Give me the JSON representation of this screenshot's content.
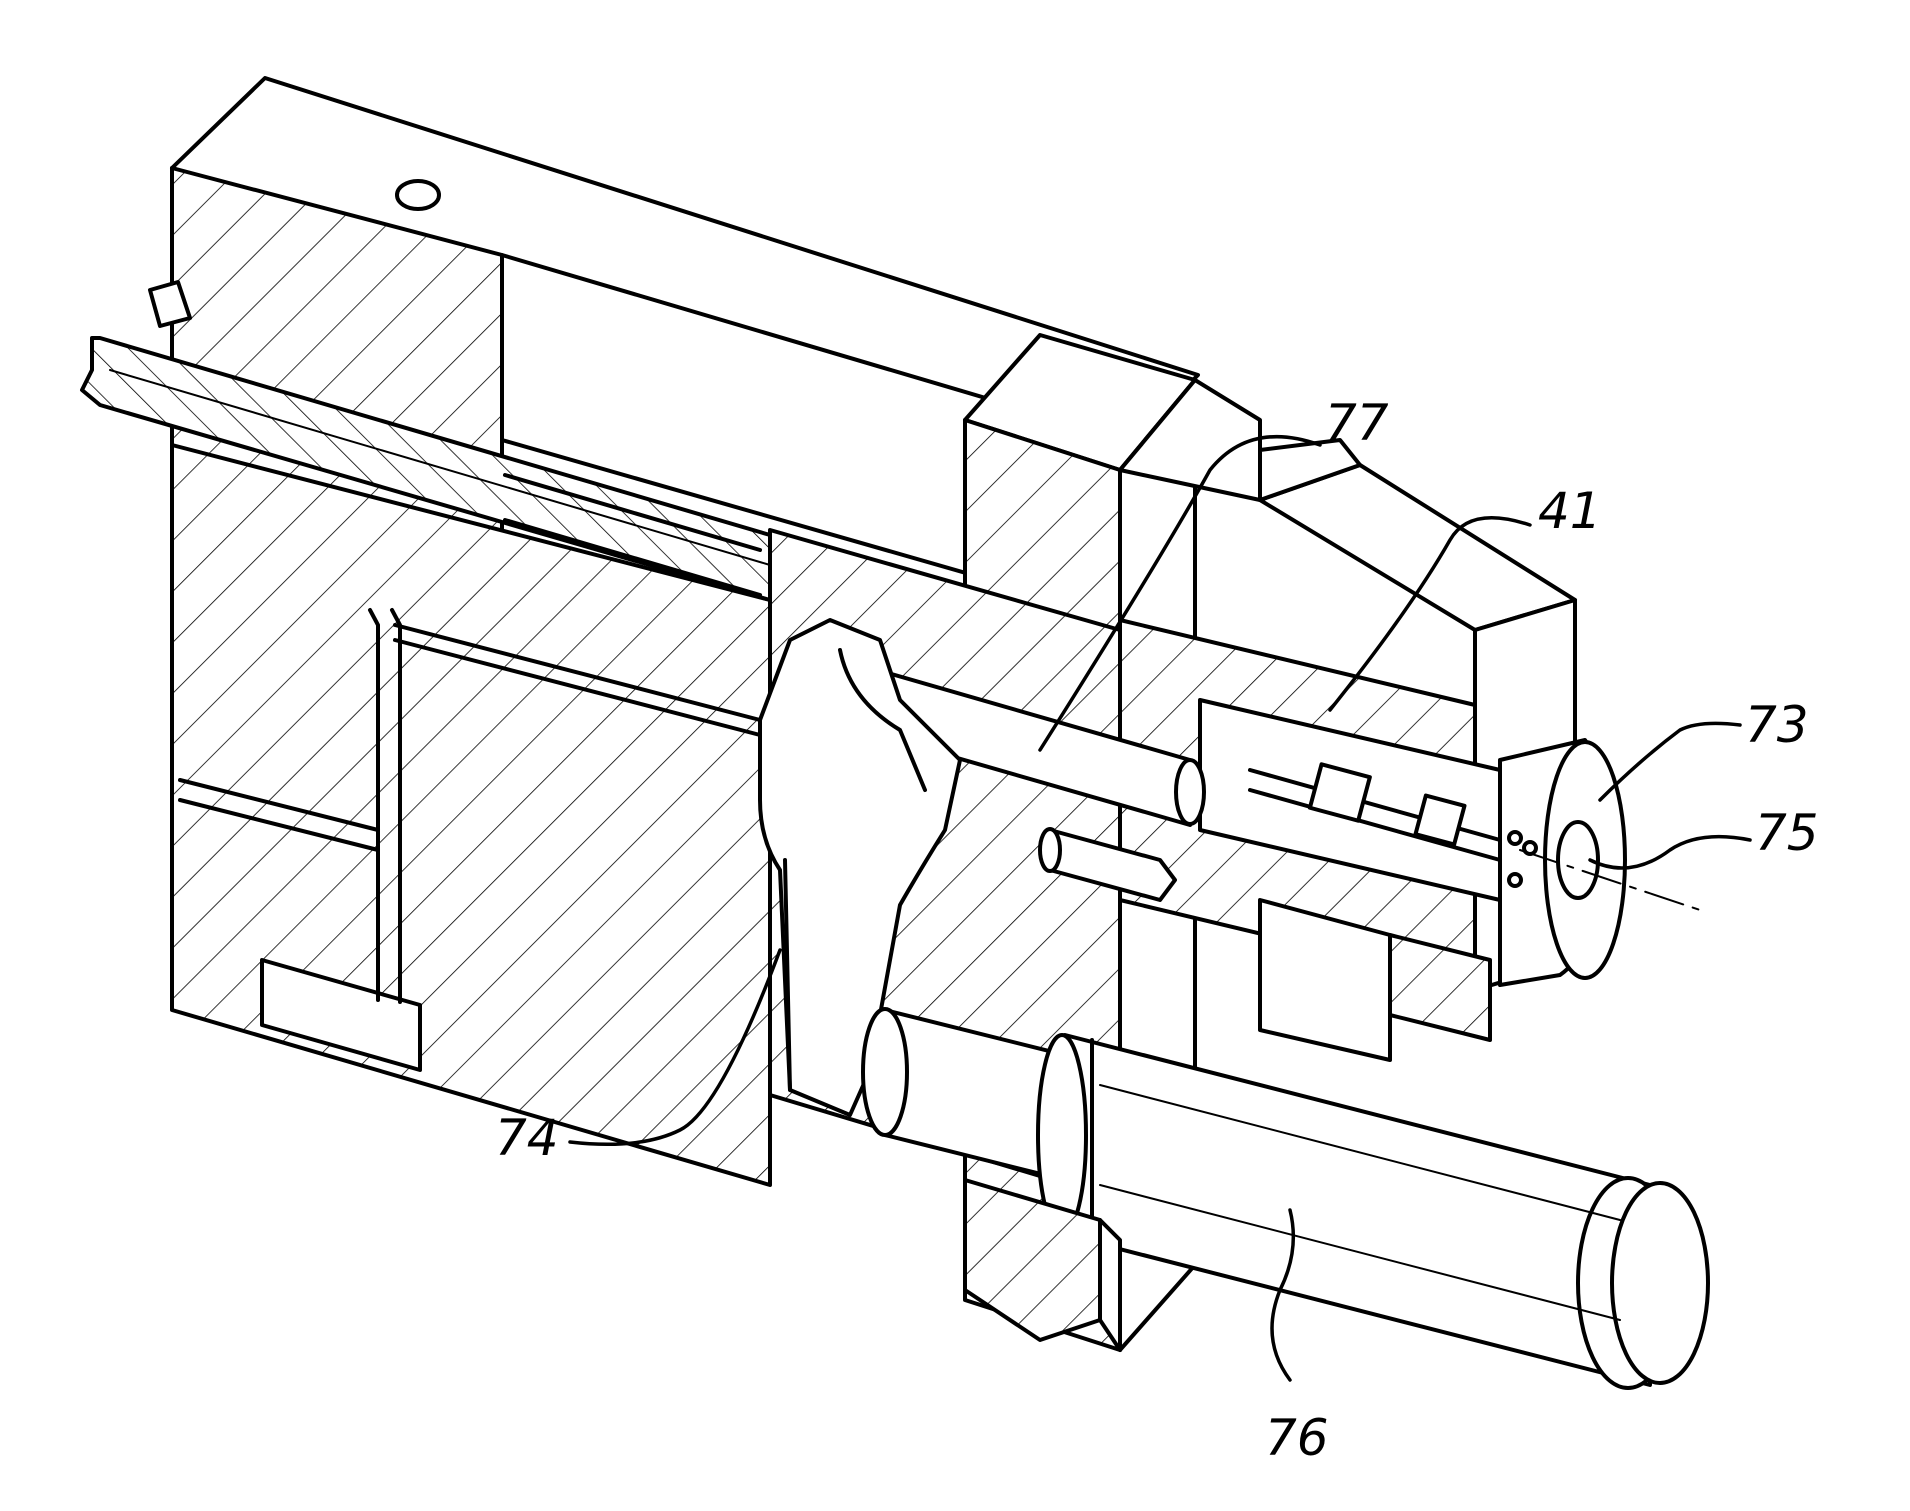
{
  "figure": {
    "labels": {
      "l77": "77",
      "l41": "41",
      "l73": "73",
      "l75": "75",
      "l74": "74",
      "l76": "76"
    }
  }
}
